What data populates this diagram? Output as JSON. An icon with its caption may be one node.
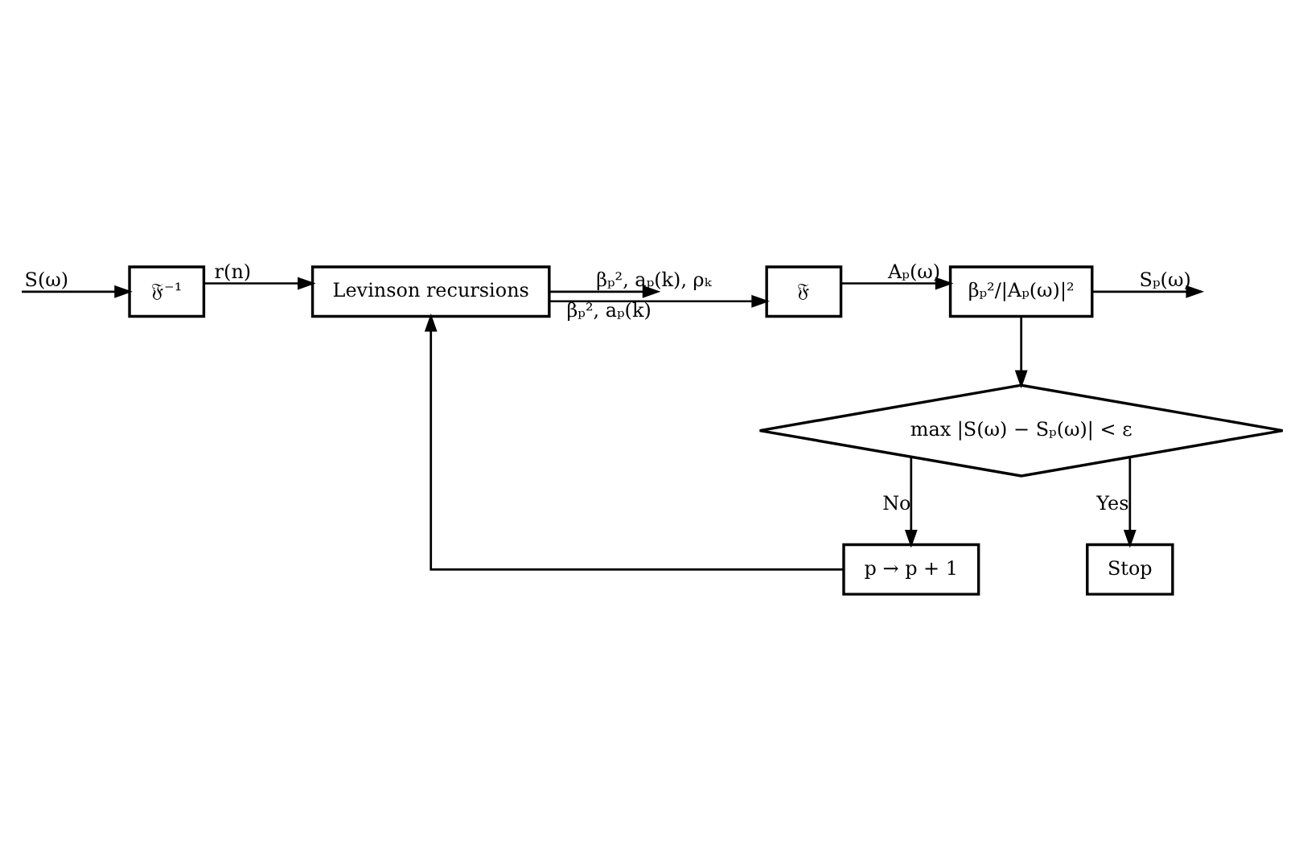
{
  "diagram": {
    "nodes": [
      {
        "text": [
          "𝔉⁻¹"
        ]
      },
      {
        "text": [
          "Levinson recursions"
        ]
      },
      {
        "text": [
          "𝔉"
        ]
      },
      {
        "text": [
          "βₚ²/|Aₚ(ω)|²"
        ]
      },
      {
        "text": [
          "p → p + 1"
        ]
      },
      {
        "text": [
          "max |S(ω) − Sₚ(ω)| < ε"
        ]
      },
      {
        "text": [
          "Stop"
        ]
      }
    ],
    "edges": [
      {
        "from": null,
        "to": 0,
        "arrow": "to",
        "label": "S(ω)"
      },
      {
        "from": 0,
        "to": 1,
        "arrow": "to",
        "label": "r(n)"
      },
      {
        "from": 1,
        "to": 2,
        "arrow": "to",
        "label": "βₚ², aₚ(k)"
      },
      {
        "from": 1,
        "to": null,
        "arrow": "to",
        "label": "βₚ², aₚ(k), ρₖ"
      },
      {
        "from": 2,
        "to": 3,
        "arrow": "to",
        "label": "Aₚ(ω)"
      },
      {
        "from": 3,
        "to": null,
        "arrow": "to",
        "label": "Sₚ(ω)"
      },
      {
        "from": 3,
        "to": 5,
        "arrow": "to"
      },
      {
        "from": 5,
        "to": 4,
        "arrow": "to",
        "label": "No"
      },
      {
        "from": 4,
        "to": 1,
        "arrow": "to"
      },
      {
        "from": 5,
        "to": 6,
        "arrow": "to",
        "label": "Yes"
      }
    ]
  }
}
